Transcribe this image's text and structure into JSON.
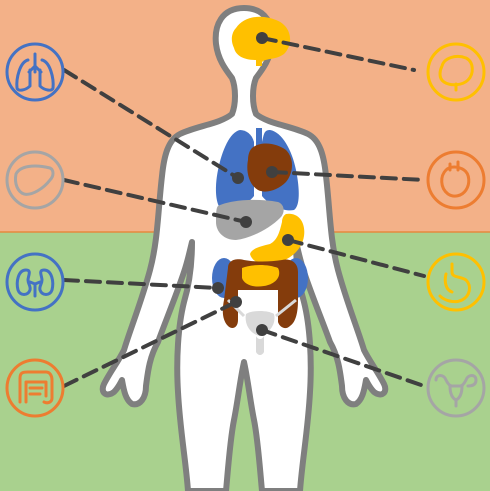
{
  "colors": {
    "top_band": "#F3B188",
    "bottom_band": "#A9D18E",
    "body_fill": "#FFFFFF",
    "body_outline": "#7F7F7F",
    "lungs": "#4472C4",
    "liver": "#A5A5A5",
    "heart": "#843C0C",
    "stomach": "#FFC000",
    "kidneys": "#4472C4",
    "intestine": "#843C0C",
    "intestine_small": "#FFC000",
    "brain": "#FFC000",
    "leader_line": "#404040"
  },
  "organs": [
    {
      "id": "brain",
      "icon": "brain-icon",
      "icon_color": "#FFC000",
      "side": "right"
    },
    {
      "id": "lungs",
      "icon": "lungs-icon",
      "icon_color": "#4472C4",
      "side": "left"
    },
    {
      "id": "heart",
      "icon": "heart-icon",
      "icon_color": "#ED7D31",
      "side": "right"
    },
    {
      "id": "liver",
      "icon": "liver-icon",
      "icon_color": "#A5A5A5",
      "side": "left"
    },
    {
      "id": "stomach",
      "icon": "stomach-icon",
      "icon_color": "#FFC000",
      "side": "right"
    },
    {
      "id": "kidneys",
      "icon": "kidneys-icon",
      "icon_color": "#4472C4",
      "side": "left"
    },
    {
      "id": "intestines",
      "icon": "intestines-icon",
      "icon_color": "#ED7D31",
      "side": "left"
    },
    {
      "id": "uterus",
      "icon": "uterus-icon",
      "icon_color": "#A5A5A5",
      "side": "right"
    }
  ]
}
